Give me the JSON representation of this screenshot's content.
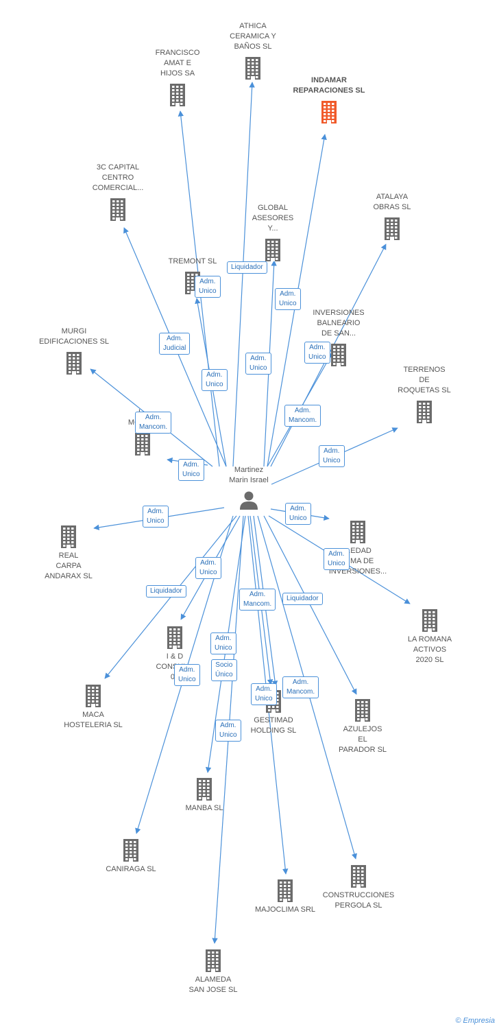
{
  "center": {
    "label": "Martinez\nMarin Israel"
  },
  "companies": [
    {
      "id": "francisco",
      "label": "FRANCISCO\nAMAT E\nHIJOS SA"
    },
    {
      "id": "athica",
      "label": "ATHICA\nCERAMICA Y\nBAÑOS SL"
    },
    {
      "id": "indamar",
      "label": "INDAMAR\nREPARACIONES SL",
      "highlight": true
    },
    {
      "id": "capital",
      "label": "3C CAPITAL\nCENTRO\nCOMERCIAL..."
    },
    {
      "id": "global",
      "label": "GLOBAL\nASESORES\nY..."
    },
    {
      "id": "atalaya",
      "label": "ATALAYA\nOBRAS SL"
    },
    {
      "id": "tremont",
      "label": "TREMONT SL"
    },
    {
      "id": "inversiones",
      "label": "INVERSIONES\nBALNEARIO\nDE SAN..."
    },
    {
      "id": "murgi",
      "label": "MURGI\nEDIFICACIONES SL"
    },
    {
      "id": "terrenos",
      "label": "TERRENOS\nDE\nROQUETAS SL"
    },
    {
      "id": "mona",
      "label": "I...\nMONA..."
    },
    {
      "id": "real",
      "label": "REAL\nCARPA\nANDARAX SL"
    },
    {
      "id": "sociedad",
      "label": "...EDAD\n...IMA DE\nINVERSIONES..."
    },
    {
      "id": "romana",
      "label": "LA ROMANA\nACTIVOS\n2020 SL"
    },
    {
      "id": "iyd",
      "label": "I & D\nCONSUL...\n01"
    },
    {
      "id": "maca",
      "label": "MACA\nHOSTELERIA SL"
    },
    {
      "id": "gestimad",
      "label": "GESTIMAD\nHOLDING SL"
    },
    {
      "id": "azulejos",
      "label": "AZULEJOS\nEL\nPARADOR SL"
    },
    {
      "id": "manba",
      "label": "MANBA SL"
    },
    {
      "id": "caniraga",
      "label": "CANIRAGA SL"
    },
    {
      "id": "majoclima",
      "label": "MAJOCLIMA SRL"
    },
    {
      "id": "construcciones",
      "label": "CONSTRUCCIONES\nPERGOLA SL"
    },
    {
      "id": "alameda",
      "label": "ALAMEDA\nSAN JOSE SL"
    }
  ],
  "roles": [
    {
      "id": "r1",
      "text": "Liquidador"
    },
    {
      "id": "r2",
      "text": "Adm.\nUnico"
    },
    {
      "id": "r3",
      "text": "Adm.\nUnico"
    },
    {
      "id": "r4",
      "text": "Adm.\nJudicial"
    },
    {
      "id": "r5",
      "text": "Adm.\nMancom."
    },
    {
      "id": "r6",
      "text": "Adm.\nUnico"
    },
    {
      "id": "r7",
      "text": "Adm.\nUnico"
    },
    {
      "id": "r8",
      "text": "Adm.\nUnico"
    },
    {
      "id": "r9",
      "text": "Adm.\nMancom."
    },
    {
      "id": "r10",
      "text": "Adm.\nUnico"
    },
    {
      "id": "r11",
      "text": "Adm.\nUnico"
    },
    {
      "id": "r12",
      "text": "Adm.\nUnico"
    },
    {
      "id": "r13",
      "text": "Adm.\nUnico"
    },
    {
      "id": "r14",
      "text": "Adm.\nUnico"
    },
    {
      "id": "r15",
      "text": "Adm.\nUnico"
    },
    {
      "id": "r16",
      "text": "Liquidador"
    },
    {
      "id": "r17",
      "text": "Adm.\nMancom."
    },
    {
      "id": "r18",
      "text": "Liquidador"
    },
    {
      "id": "r19",
      "text": "Adm.\nUnico"
    },
    {
      "id": "r20",
      "text": "Socio\nÚnico"
    },
    {
      "id": "r21",
      "text": "Adm.\nUnico"
    },
    {
      "id": "r22",
      "text": "Adm.\nUnico"
    },
    {
      "id": "r23",
      "text": "Adm.\nMancom."
    },
    {
      "id": "r24",
      "text": "Adm.\nUnico"
    }
  ],
  "colors": {
    "edge": "#4a90d9",
    "building": "#6b6b6b",
    "highlight": "#f05a2a"
  },
  "footer": {
    "text": "Empresia",
    "copyright": "©"
  }
}
